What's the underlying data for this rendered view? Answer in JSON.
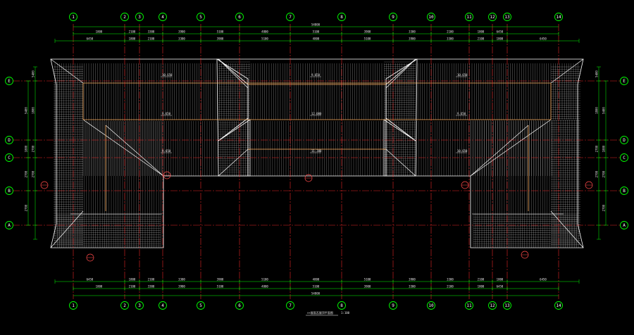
{
  "colors": {
    "background": "#000000",
    "axis_line": "#ff2a2a",
    "bubble": "#00ff00",
    "dimension": "#00ff00",
    "roof_hatch": "#d8d8d8",
    "roof_outline": "#ffffff",
    "ridge": "#ffb060",
    "text": "#ffffff"
  },
  "columns": [
    "1",
    "2",
    "3",
    "4",
    "5",
    "6",
    "7",
    "8",
    "9",
    "10",
    "11",
    "12",
    "13",
    "14"
  ],
  "rows": [
    "E",
    "D",
    "C",
    "B",
    "A"
  ],
  "drawing_title": "××屋面瓦屋顶平面图",
  "drawing_scale": "1:100",
  "roof_elevations": [
    "10.650",
    "9.650",
    "12.000",
    "10.650",
    "9.650",
    "11.300",
    "9.650",
    "10.650",
    "9.650"
  ],
  "dims": {
    "top_total": "54800",
    "top_bays": [
      "6450",
      "1800",
      "2100",
      "3300",
      "3900",
      "5100",
      "4800",
      "5100",
      "3900",
      "3300",
      "2100",
      "1800",
      "6450"
    ],
    "bottom_total": "54800",
    "bottom_bays": [
      "6450",
      "1800",
      "2100",
      "3300",
      "3900",
      "5100",
      "4800",
      "5100",
      "3900",
      "3300",
      "2100",
      "1800",
      "6450"
    ],
    "left_bays": [
      "5400",
      "1800",
      "2700",
      "2700"
    ],
    "right_bays": [
      "5400",
      "1800",
      "2700",
      "2700"
    ]
  }
}
